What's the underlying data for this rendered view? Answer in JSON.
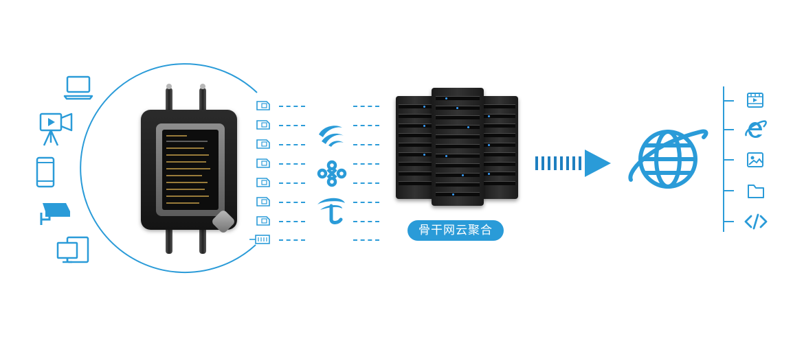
{
  "backbone_label": "骨干网云聚合",
  "colors": {
    "accent": "#2a9bd8",
    "device": "#1b1b1b"
  },
  "input_devices": [
    "laptop-icon",
    "video-camera-icon",
    "smartphone-icon",
    "cctv-camera-icon",
    "desktop-computer-icon"
  ],
  "sim_slots": [
    "sim-card-icon",
    "sim-card-icon",
    "sim-card-icon",
    "sim-card-icon",
    "sim-card-icon",
    "sim-card-icon",
    "sim-card-icon",
    "ethernet-port-icon"
  ],
  "carriers": [
    "china-mobile-logo",
    "china-unicom-logo",
    "china-telecom-logo"
  ],
  "resources": [
    "video-file-icon",
    "internet-explorer-icon",
    "image-file-icon",
    "folder-icon",
    "code-icon"
  ]
}
